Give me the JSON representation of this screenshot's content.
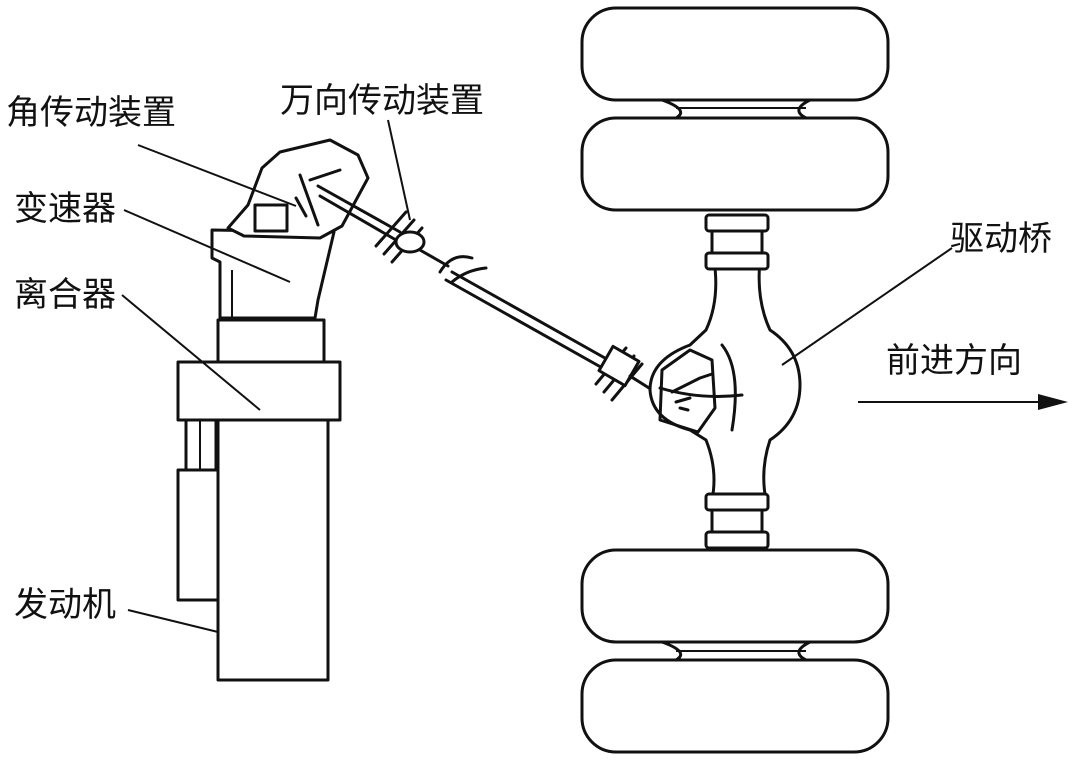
{
  "labels": {
    "angle_drive": "角传动装置",
    "universal_drive": "万向传动装置",
    "gearbox": "变速器",
    "clutch": "离合器",
    "engine": "发动机",
    "drive_axle": "驱动桥",
    "forward_direction": "前进方向"
  }
}
